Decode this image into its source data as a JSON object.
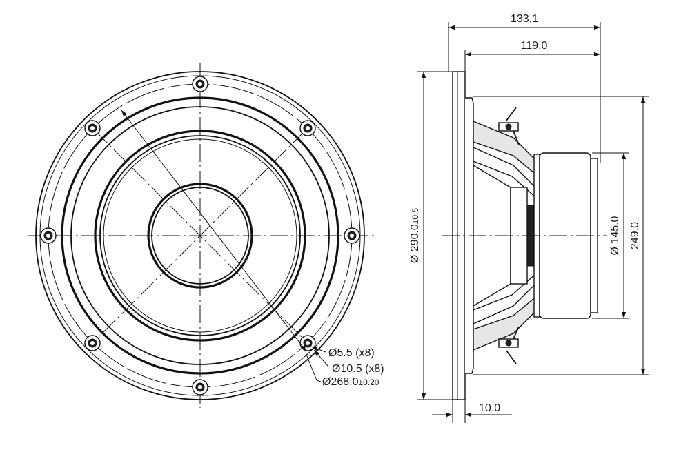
{
  "dimensions": {
    "overall_depth": "133.1",
    "mount_depth": "119.0",
    "outer_diameter_main": "Ø 290.0",
    "outer_diameter_tol": "±0.5",
    "magnet_diameter": "Ø 145.0",
    "frame_height": "249.0",
    "flange_thickness": "10.0",
    "hole_small": "Ø5.5 (x8)",
    "hole_large": "Ø10.5 (x8)",
    "bolt_circle_main": "Ø268.0",
    "bolt_circle_tol": "±0.20"
  },
  "icons": {
    "front_view": "speaker-front-view",
    "side_view": "speaker-side-view",
    "hole": "mounting-hole-icon"
  }
}
